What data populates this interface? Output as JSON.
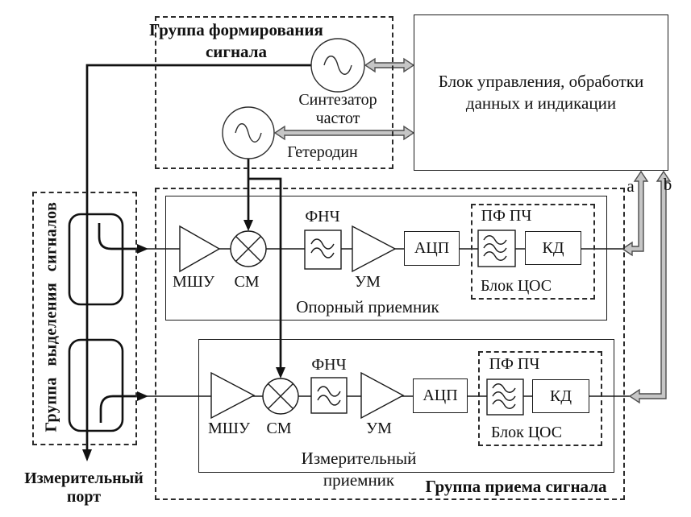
{
  "colors": {
    "line": "#1a1a1a",
    "thick_line": "#111111",
    "gray_arrow_fill": "#c6c6c6",
    "gray_arrow_stroke": "#4d4d4d",
    "background": "#ffffff"
  },
  "formation_group": {
    "title": "Группа формирования сигнала",
    "synthesizer_label": "Синтезатор частот",
    "local_oscillator_label": "Гетеродин"
  },
  "control_block": {
    "label": "Блок управления, обработки данных и индикации"
  },
  "extraction_group": {
    "title": "Группа выделения сигналов"
  },
  "measuring_port_label": "Измерительный порт",
  "reception_group": {
    "title": "Группа приема сигнала"
  },
  "reference_receiver": {
    "title": "Опорный приемник",
    "lna": "МШУ",
    "mixer": "СМ",
    "lpf": "ФНЧ",
    "amp": "УМ",
    "adc": "АЦП",
    "dsp": {
      "title": "Блок ЦОС",
      "if_filter": "ПФ ПЧ",
      "detector": "КД"
    }
  },
  "measuring_receiver": {
    "title": "Измерительный приемник",
    "lna": "МШУ",
    "mixer": "СМ",
    "lpf": "ФНЧ",
    "amp": "УМ",
    "adc": "АЦП",
    "dsp": {
      "title": "Блок ЦОС",
      "if_filter": "ПФ ПЧ",
      "detector": "КД"
    }
  },
  "connector_labels": {
    "a": "a",
    "b": "b"
  }
}
